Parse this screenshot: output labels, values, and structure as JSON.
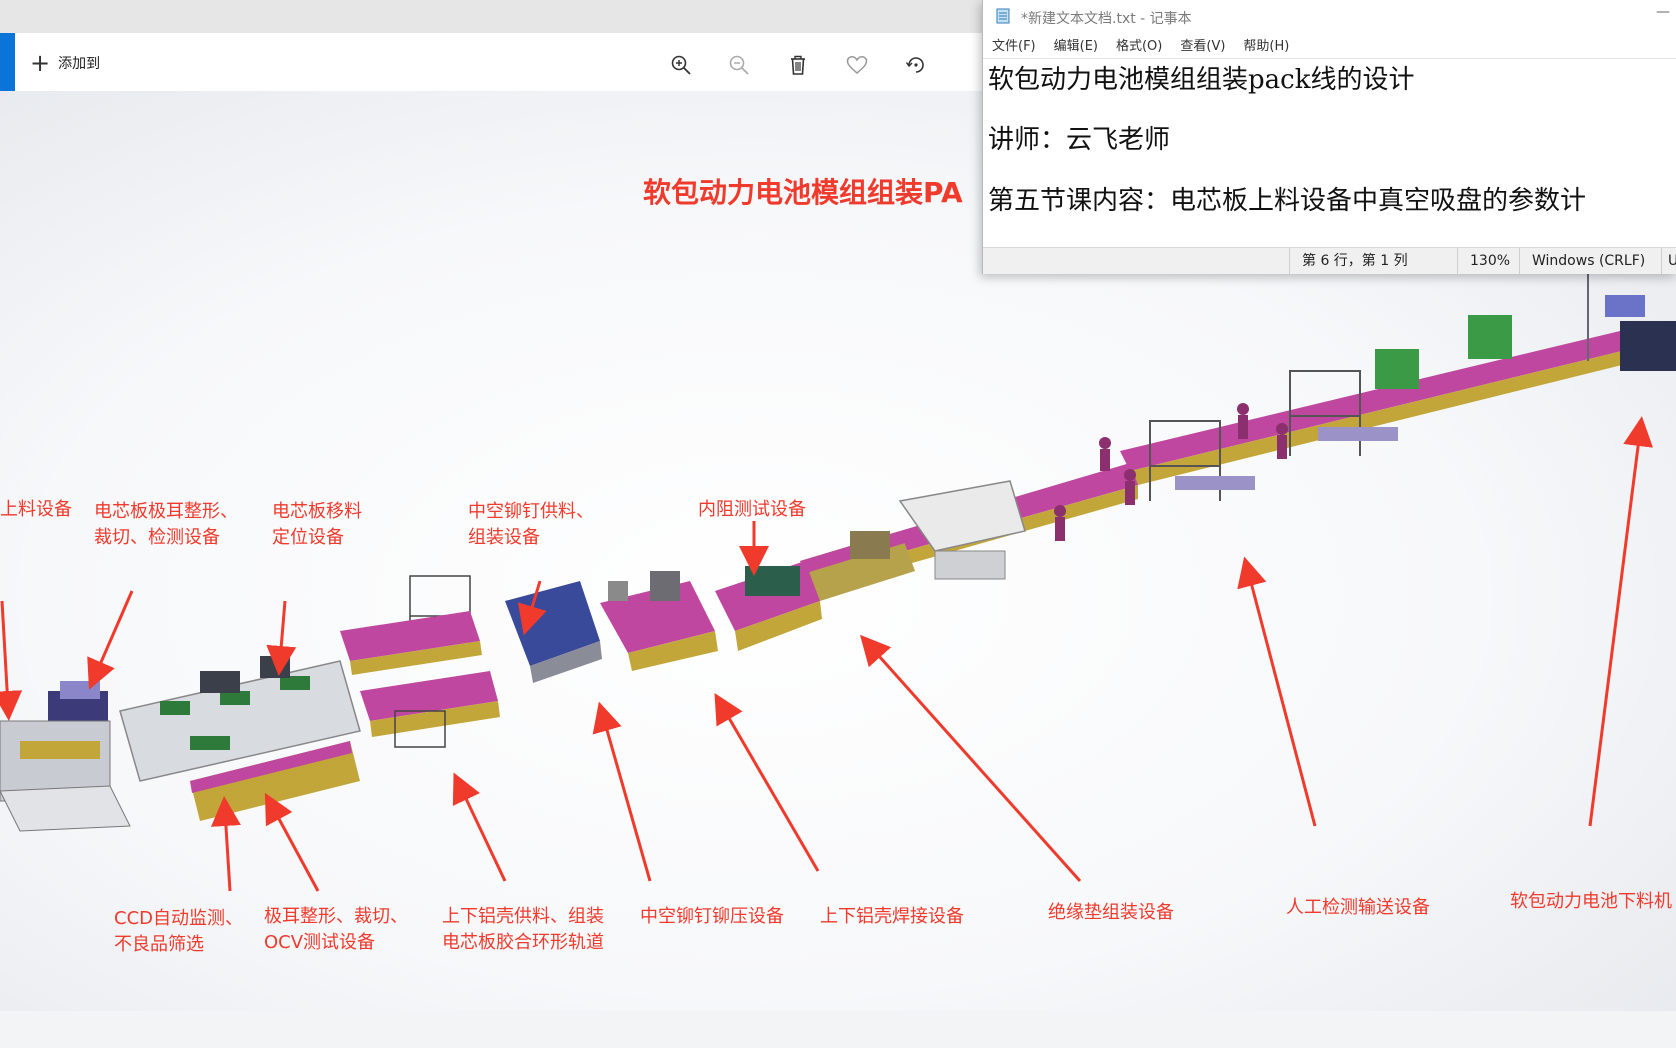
{
  "toolbar": {
    "add_to_label": "添加到"
  },
  "figure": {
    "title": "软包动力电池模组组装PA"
  },
  "annotations": {
    "top": [
      "上料设备",
      "电芯板极耳整形、\n裁切、检测设备",
      "电芯板移料\n定位设备",
      "中空铆钉供料、\n组装设备",
      "内阻测试设备"
    ],
    "bottom": [
      "CCD自动监测、\n不良品筛选",
      "极耳整形、裁切、\nOCV测试设备",
      "上下铝壳供料、组装\n电芯板胶合环形轨道",
      "中空铆钉铆压设备",
      "上下铝壳焊接设备",
      "绝缘垫组装设备",
      "人工检测输送设备",
      "软包动力电池下料机"
    ]
  },
  "notepad": {
    "title": "*新建文本文档.txt - 记事本",
    "menu": [
      "文件(F)",
      "编辑(E)",
      "格式(O)",
      "查看(V)",
      "帮助(H)"
    ],
    "lines": [
      "软包动力电池模组组装pack线的设计",
      "讲师：云飞老师",
      "第五节课内容：电芯板上料设备中真空吸盘的参数计"
    ],
    "status": {
      "position": "第 6 行，第 1 列",
      "zoom": "130%",
      "line_ending": "Windows (CRLF)",
      "encoding": "U"
    }
  },
  "colors": {
    "accent_blue": "#0a74d9",
    "annotation_red": "#ef3a2c",
    "machine_magenta": "#c0479f",
    "frame_yellow": "#c2a63a",
    "machine_green": "#3a9a45",
    "cabinet_blue": "#3a4a9a"
  },
  "icons": [
    "plus-icon",
    "zoom-in-icon",
    "zoom-out-icon",
    "delete-icon",
    "favorite-icon",
    "rotate-icon",
    "notepad-icon"
  ]
}
